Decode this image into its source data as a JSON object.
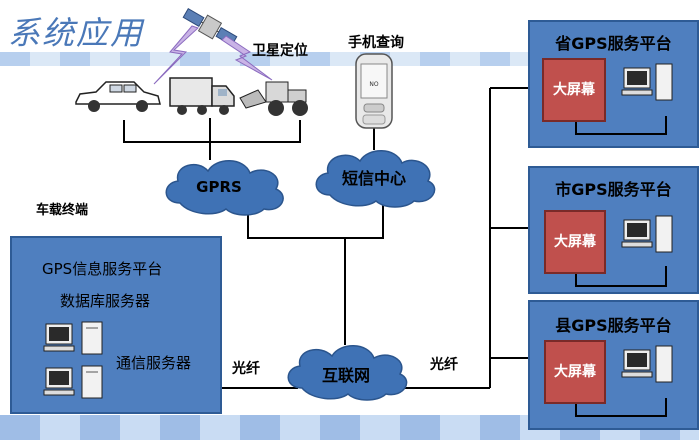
{
  "title": "系统应用",
  "labels": {
    "satellite": "卫星定位",
    "phone_query": "手机查询",
    "vehicle_terminal": "车载终端",
    "fiber_left": "光纤",
    "fiber_right": "光纤"
  },
  "clouds": {
    "gprs": "GPRS",
    "sms": "短信中心",
    "internet": "互联网"
  },
  "gps_info_panel": {
    "title": "GPS信息服务平台",
    "db_server": "数据库服务器",
    "comm_server": "通信服务器"
  },
  "platforms": [
    {
      "title": "省GPS服务平台",
      "screen": "大屏幕"
    },
    {
      "title": "市GPS服务平台",
      "screen": "大屏幕"
    },
    {
      "title": "县GPS服务平台",
      "screen": "大屏幕"
    }
  ],
  "phone_screen": "NO",
  "colors": {
    "panel": "#4f7fbf",
    "screen": "#c0504d",
    "cloud": "#3f72b5",
    "title": "#4a78b8"
  }
}
